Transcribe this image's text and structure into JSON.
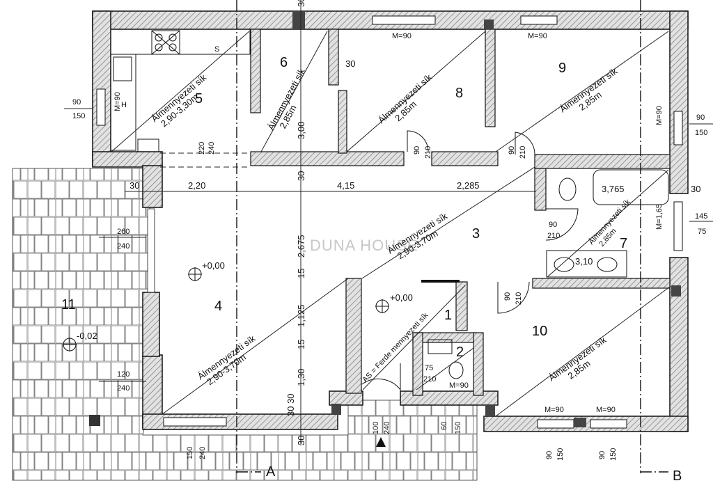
{
  "watermark": "DUNA HOUSE",
  "rooms": {
    "r1": "1",
    "r2": "2",
    "r3": "3",
    "r4": "4",
    "r5": "5",
    "r6": "6",
    "r7": "7",
    "r8": "8",
    "r9": "9",
    "r10": "10",
    "r11": "11"
  },
  "ceilings": {
    "c5": "Álmennyezeti sík",
    "c5h": "2,90-3,30m",
    "c6": "Álmennyezeti sík",
    "c6h": "2,85m",
    "c8": "Álmennyezeti sík",
    "c8h": "2,85m",
    "c9": "Álmennyezeti sík",
    "c9h": "2,85m",
    "c3": "Álmennyezeti sík",
    "c3h": "2,90-3,70m",
    "c7": "Álmennyezeti sík",
    "c7h": "2,85m",
    "c4": "Álmennyezeti sík",
    "c4h": "2,90-3,70m",
    "c10": "Álmennyezeti sík",
    "c10h": "2,85m",
    "c1": "AS = Ferde mennyezeti sík"
  },
  "levels": {
    "l4": "+0,00",
    "l1": "+0,00",
    "l11": "-0,02"
  },
  "dims": {
    "d30a": "30",
    "d220": "2,20",
    "d415": "4,15",
    "d2285": "2,285",
    "d300": "3,00",
    "d30b": "30",
    "d2675": "2,675",
    "d15a": "15",
    "d1125": "1,125",
    "d15b": "15",
    "d130": "1,30",
    "d3030": "30 30",
    "d30c": "30",
    "d30d": "30",
    "d30e": "30",
    "d3765": "3,765",
    "d310": "3,10",
    "d30f": "30",
    "d30g": "30"
  },
  "openings": {
    "o90_150_l": [
      "90",
      "150"
    ],
    "o90_150_r": [
      "90",
      "150"
    ],
    "o220_240": [
      "220",
      "240"
    ],
    "o260_240": [
      "260",
      "240"
    ],
    "o120_240": [
      "120",
      "240"
    ],
    "o145_75": [
      "145",
      "75"
    ],
    "o90_210_8": [
      "90",
      "210"
    ],
    "o90_210_9": [
      "90",
      "210"
    ],
    "o90_210_3": [
      "90",
      "210"
    ],
    "o90_210_10": [
      "90",
      "210"
    ],
    "o75_210": [
      "75",
      "210"
    ],
    "o100_240": [
      "100",
      "240"
    ],
    "o60_150": [
      "60",
      "150"
    ],
    "o150_240": [
      "150",
      "240"
    ],
    "o90_150_b1": [
      "90",
      "150"
    ],
    "o90_150_b2": [
      "90",
      "150"
    ],
    "m90a": "M=90",
    "m90b": "M=90",
    "m90c": "M=90",
    "m90d": "M=90",
    "m90e": "M=90",
    "m90f": "M=90",
    "m90g": "M=90",
    "m165": "M=1,65",
    "m90side": "M=90",
    "m90r": "M=90",
    "sLabel": "S",
    "hLabel": "H"
  },
  "axes": {
    "a": "A",
    "b": "B"
  }
}
